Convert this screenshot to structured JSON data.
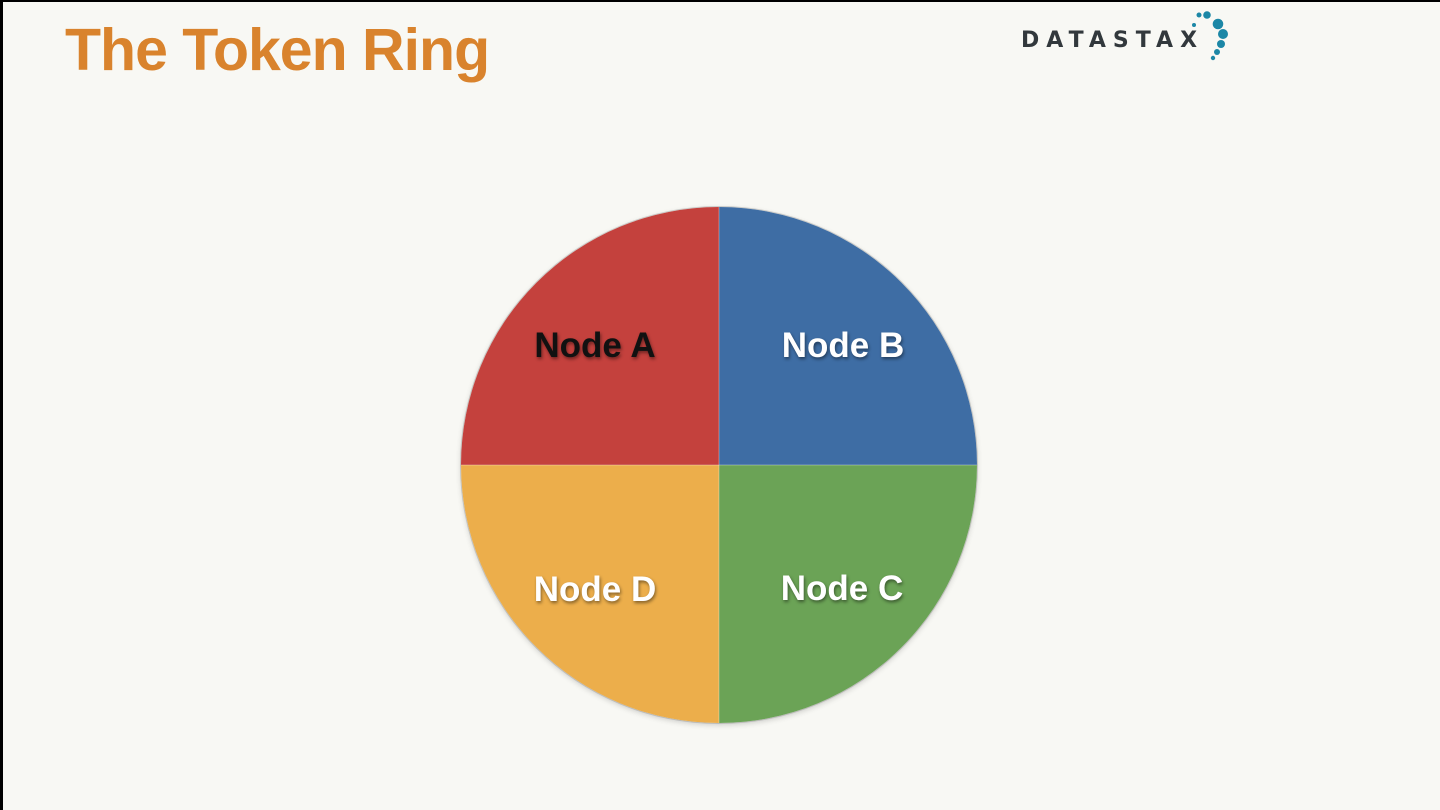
{
  "slide": {
    "title": "The Token Ring",
    "title_color": "#D9832D",
    "background_color": "#F8F8F4"
  },
  "logo": {
    "wordmark": "DATASTAX",
    "wordmark_color": "#32383C",
    "dot_color": "#1C87A6"
  },
  "chart_data": {
    "type": "pie",
    "title": "The Token Ring",
    "legend": false,
    "slices": [
      {
        "label": "Node A",
        "value": 25,
        "color": "#C4413D",
        "position": "top-left",
        "label_color": "#111111"
      },
      {
        "label": "Node B",
        "value": 25,
        "color": "#3E6DA4",
        "position": "top-right",
        "label_color": "#FFFFFF"
      },
      {
        "label": "Node C",
        "value": 25,
        "color": "#6BA356",
        "position": "bottom-right",
        "label_color": "#FFFFFF"
      },
      {
        "label": "Node D",
        "value": 25,
        "color": "#ECAE4B",
        "position": "bottom-left",
        "label_color": "#FFFFFF"
      }
    ]
  }
}
